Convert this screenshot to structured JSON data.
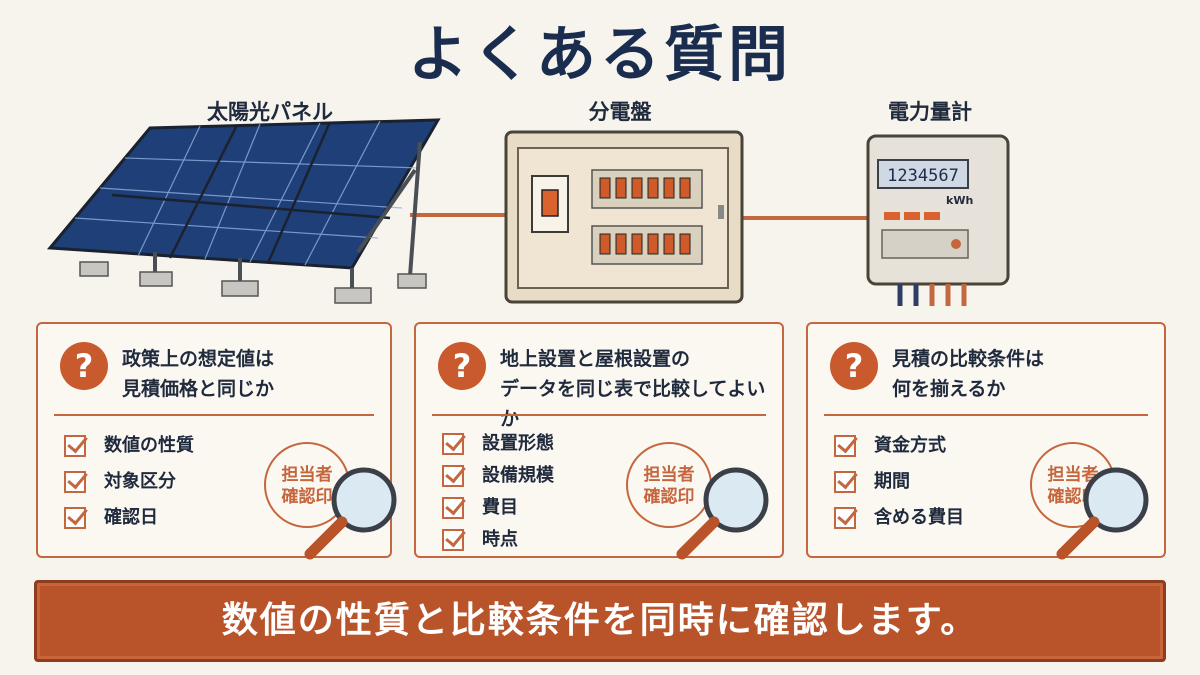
{
  "title": "よくある質問",
  "equipment": {
    "solar": "太陽光パネル",
    "panel": "分電盤",
    "meter": "電力量計",
    "meter_display": "1234567",
    "meter_unit": "kWh"
  },
  "cards": [
    {
      "question_icon": "?",
      "question_lines": [
        "政策上の想定値は",
        "見積価格と同じか"
      ],
      "items": [
        "数値の性質",
        "対象区分",
        "確認日"
      ],
      "stamp_lines": [
        "担当者",
        "確認印"
      ]
    },
    {
      "question_icon": "?",
      "question_lines": [
        "地上設置と屋根設置の",
        "データを同じ表で比較してよいか"
      ],
      "items": [
        "設置形態",
        "設備規模",
        "費目",
        "時点"
      ],
      "stamp_lines": [
        "担当者",
        "確認印"
      ]
    },
    {
      "question_icon": "?",
      "question_lines": [
        "見積の比較条件は",
        "何を揃えるか"
      ],
      "items": [
        "資金方式",
        "期間",
        "含める費目"
      ],
      "stamp_lines": [
        "担当者",
        "確認印"
      ]
    }
  ],
  "banner": "数値の性質と比較条件を同時に確認します。",
  "colors": {
    "accent": "#c5673e",
    "banner": "#b8532a",
    "title": "#1b2d4f",
    "panel_blue": "#1f3f78"
  }
}
